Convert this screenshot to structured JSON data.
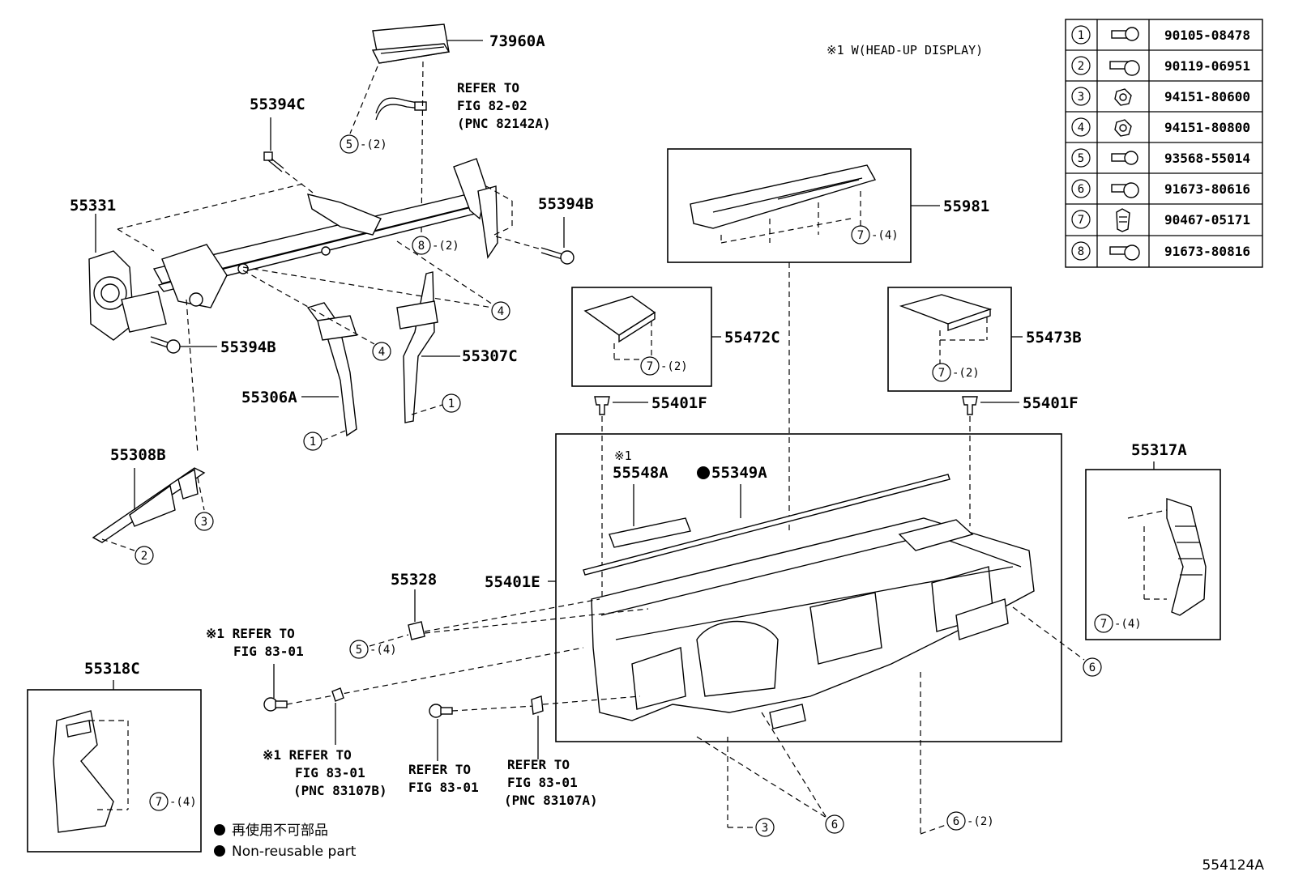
{
  "note_hud": "※1 W(HEAD-UP DISPLAY)",
  "diagram_code": "554124A",
  "fasteners": [
    {
      "n": "1",
      "pn": "90105-08478"
    },
    {
      "n": "2",
      "pn": "90119-06951"
    },
    {
      "n": "3",
      "pn": "94151-80600"
    },
    {
      "n": "4",
      "pn": "94151-80800"
    },
    {
      "n": "5",
      "pn": "93568-55014"
    },
    {
      "n": "6",
      "pn": "91673-80616"
    },
    {
      "n": "7",
      "pn": "90467-05171"
    },
    {
      "n": "8",
      "pn": "91673-80816"
    }
  ],
  "labels": {
    "p73960A": "73960A",
    "p55394C": "55394C",
    "p55331": "55331",
    "p55394B_top": "55394B",
    "p55394B_left": "55394B",
    "p55306A": "55306A",
    "p55307C": "55307C",
    "p55308B": "55308B",
    "p55981": "55981",
    "p55472C": "55472C",
    "p55473B": "55473B",
    "p55401F_left": "55401F",
    "p55401F_right": "55401F",
    "p55548A": "55548A",
    "p55349A": "55349A",
    "p55401E": "55401E",
    "p55328": "55328",
    "p55317A": "55317A",
    "p55318C": "55318C",
    "mark1": "※1"
  },
  "refs": {
    "r1": [
      "REFER TO",
      "FIG 82-02",
      "(PNC 82142A)"
    ],
    "r2": [
      "※1 REFER TO",
      "FIG 83-01"
    ],
    "r3": [
      "※1 REFER TO",
      "FIG 83-01",
      "(PNC 83107B)"
    ],
    "r4": [
      "REFER TO",
      "FIG 83-01"
    ],
    "r5": [
      "REFER TO",
      "FIG 83-01",
      "(PNC 83107A)"
    ]
  },
  "qty": {
    "q2": "-(2)",
    "q4": "-(4)"
  },
  "legend": {
    "jp": "再使用不可部品",
    "en": "Non-reusable part"
  }
}
